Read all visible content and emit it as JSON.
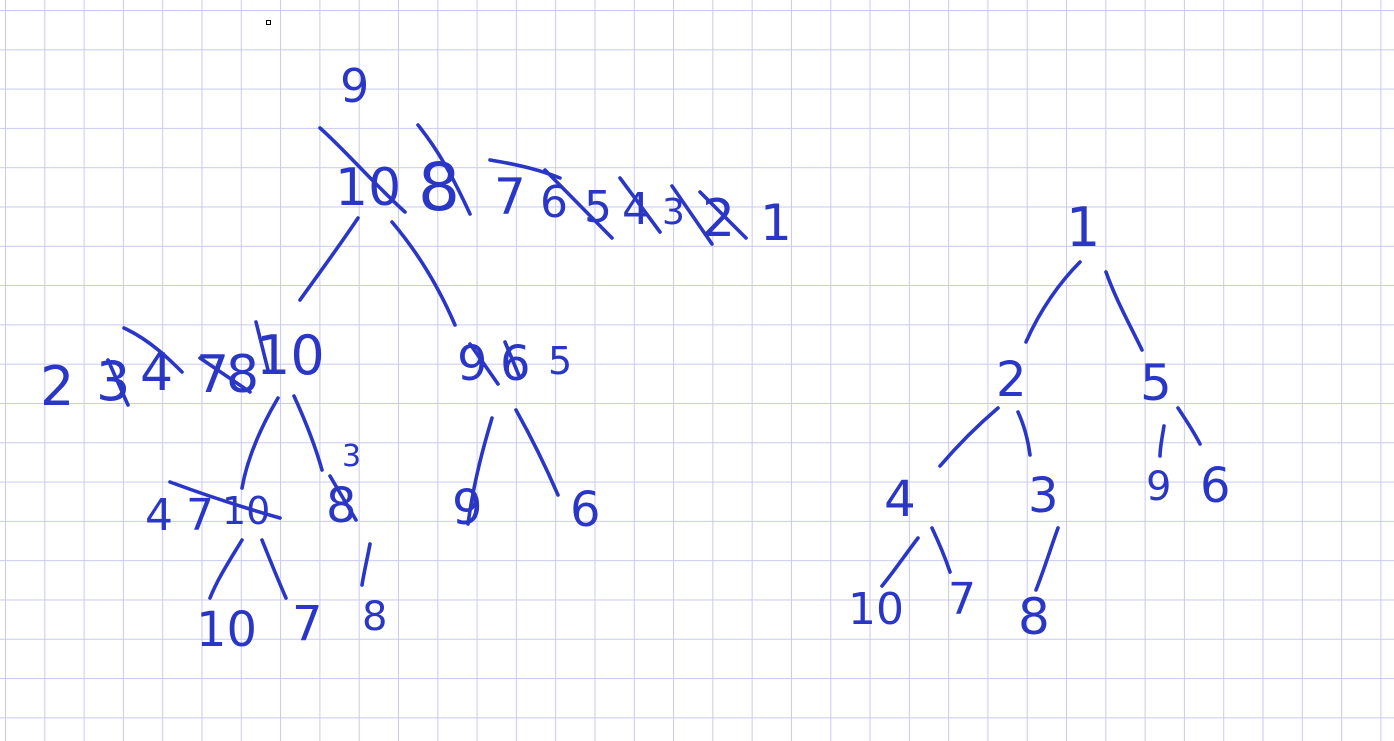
{
  "ink_color": "#2a36c6",
  "grid_color": "#c9c9f2",
  "left_tree": {
    "root_label": "10",
    "root_sequence": [
      "9",
      "10",
      "8",
      "7",
      "6",
      "5",
      "4",
      "3",
      "2",
      "1"
    ],
    "left_child_label": "10",
    "left_child_sequence": [
      "2",
      "3",
      "4",
      "7",
      "8",
      "10"
    ],
    "right_child_label": "5",
    "right_child_sequence": [
      "9",
      "6",
      "5"
    ],
    "ll_label": "10",
    "ll_sequence": [
      "4",
      "7",
      "10"
    ],
    "lr_upper_label": "3",
    "lr_label": "8",
    "rl_label": "9",
    "rr_label": "6",
    "lll_label": "10",
    "llr_label": "7",
    "lrl_label": "8"
  },
  "right_tree": {
    "root": "1",
    "left": "2",
    "right": "5",
    "left_left": "4",
    "left_right": "3",
    "right_left": "9",
    "right_right": "6",
    "ll_left": "10",
    "ll_right": "7",
    "lr_left": "8"
  }
}
